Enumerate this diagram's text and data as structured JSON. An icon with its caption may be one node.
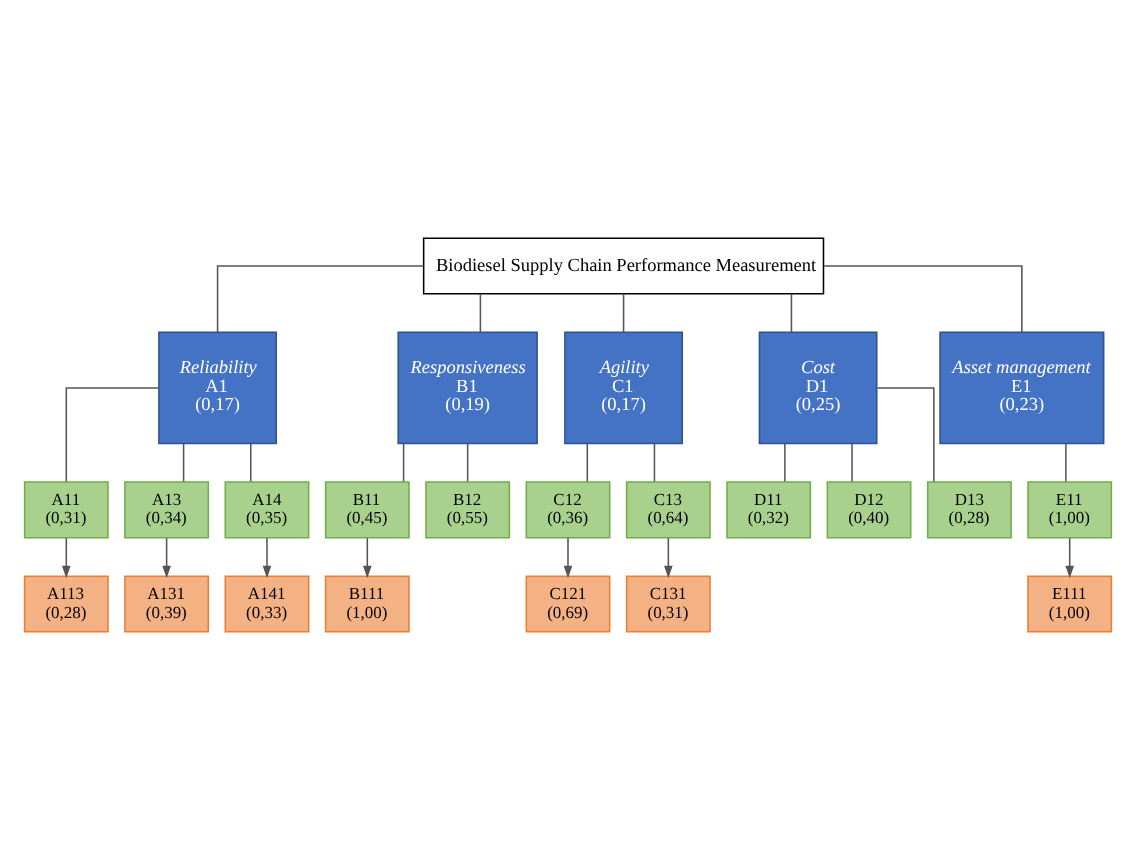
{
  "diagram": {
    "nodes": [
      {
        "text": [
          "Biodiesel Supply Chain Performance Measurement"
        ]
      },
      {
        "text": [
          "Reliability",
          "A1",
          "(0,17)"
        ]
      },
      {
        "text": [
          "Responsiveness",
          "B1",
          "(0,19)"
        ]
      },
      {
        "text": [
          "Agility",
          "C1",
          "(0,17)"
        ]
      },
      {
        "text": [
          "Cost",
          "D1",
          "(0,25)"
        ]
      },
      {
        "text": [
          "Asset management",
          "E1",
          "(0,23)"
        ]
      },
      {
        "text": [
          "A11",
          "(0,31)"
        ]
      },
      {
        "text": [
          "B11",
          "(0,45)"
        ]
      },
      {
        "text": [
          "C12",
          "(0,36)"
        ]
      },
      {
        "text": [
          "D11",
          "(0,32)"
        ]
      },
      {
        "text": [
          "E11",
          "(1,00)"
        ]
      },
      {
        "text": [
          "A113",
          "(0,28)"
        ]
      },
      {
        "text": [
          "A13",
          "(0,34)"
        ]
      },
      {
        "text": [
          "B12",
          "(0,55)"
        ]
      },
      {
        "text": [
          "C13",
          "(0,64)"
        ]
      },
      {
        "text": [
          "D12",
          "(0,40)"
        ]
      },
      {
        "text": [
          "A131",
          "(0,39)"
        ]
      },
      {
        "text": [
          "A14",
          "(0,35)"
        ]
      },
      {
        "text": [
          "D13",
          "(0,28)"
        ]
      },
      {
        "text": [
          "A141",
          "(0,33)"
        ]
      },
      {
        "text": [
          "B111",
          "(1,00)"
        ]
      },
      {
        "text": [
          "C131",
          "(0,31)"
        ]
      },
      {
        "text": [
          "C121",
          "(0,69)"
        ]
      },
      {
        "text": [
          "E111",
          "(1,00)"
        ]
      }
    ],
    "edges": [
      {
        "from": 0,
        "to": 1,
        "arrow": "none"
      },
      {
        "from": 0,
        "to": 2,
        "arrow": "none"
      },
      {
        "from": 0,
        "to": 3,
        "arrow": "none"
      },
      {
        "from": 0,
        "to": 4,
        "arrow": "none"
      },
      {
        "from": 0,
        "to": 5,
        "arrow": "none"
      },
      {
        "from": 1,
        "to": 6,
        "arrow": "none"
      },
      {
        "from": 1,
        "to": 12,
        "arrow": "none"
      },
      {
        "from": 1,
        "to": 17,
        "arrow": "none"
      },
      {
        "from": 2,
        "to": 7,
        "arrow": "none"
      },
      {
        "from": 2,
        "to": 13,
        "arrow": "none"
      },
      {
        "from": 3,
        "to": 8,
        "arrow": "none"
      },
      {
        "from": 3,
        "to": 14,
        "arrow": "none"
      },
      {
        "from": 4,
        "to": 9,
        "arrow": "none"
      },
      {
        "from": 4,
        "to": 15,
        "arrow": "none"
      },
      {
        "from": 4,
        "to": 18,
        "arrow": "none"
      },
      {
        "from": 5,
        "to": 10,
        "arrow": "none"
      },
      {
        "from": 6,
        "to": 11,
        "arrow": "to"
      },
      {
        "from": 12,
        "to": 16,
        "arrow": "to"
      },
      {
        "from": 17,
        "to": 19,
        "arrow": "to"
      },
      {
        "from": 7,
        "to": 20,
        "arrow": "to"
      },
      {
        "from": 14,
        "to": 21,
        "arrow": "to"
      },
      {
        "from": 8,
        "to": 22,
        "arrow": "to"
      },
      {
        "from": 10,
        "to": 23,
        "arrow": "to"
      }
    ]
  }
}
